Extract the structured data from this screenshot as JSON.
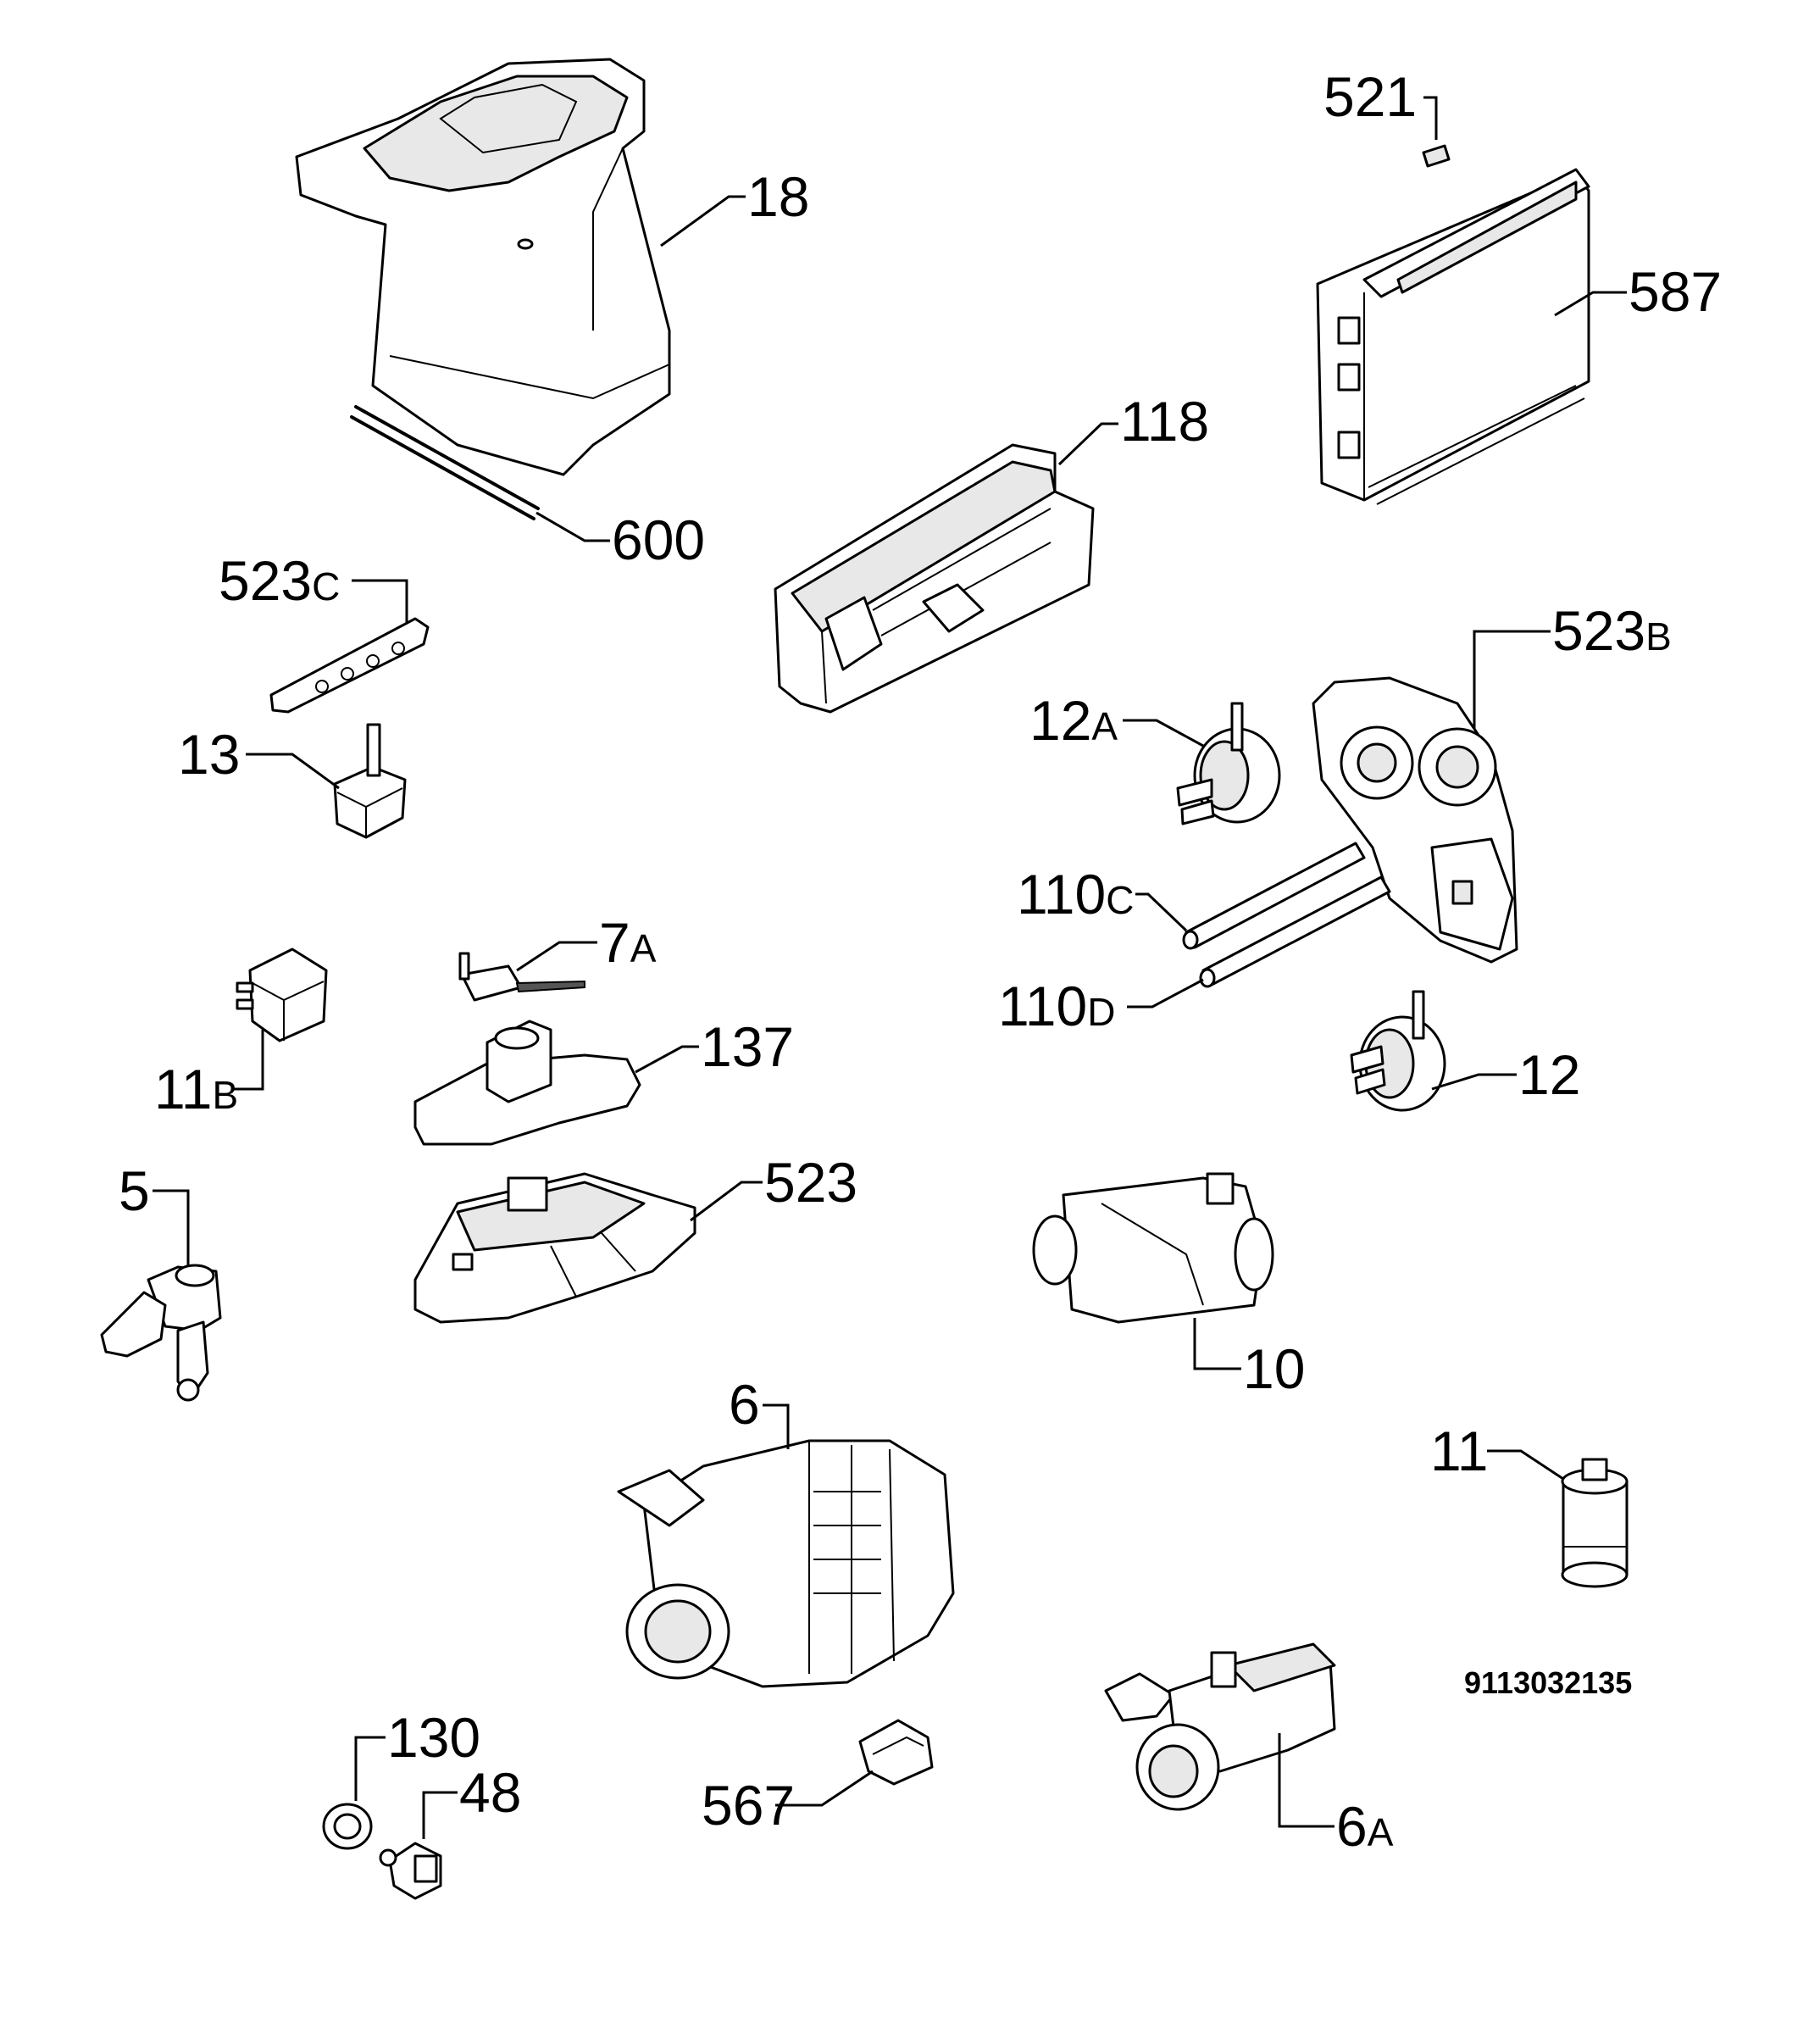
{
  "callouts": {
    "c18": {
      "main": "18",
      "sub": ""
    },
    "c600": {
      "main": "600",
      "sub": ""
    },
    "c521": {
      "main": "521",
      "sub": ""
    },
    "c587": {
      "main": "587",
      "sub": ""
    },
    "c118": {
      "main": "118",
      "sub": ""
    },
    "c523c": {
      "main": "523",
      "sub": "C"
    },
    "c13": {
      "main": "13",
      "sub": ""
    },
    "c523b": {
      "main": "523",
      "sub": "B"
    },
    "c12a": {
      "main": "12",
      "sub": "A"
    },
    "c110c": {
      "main": "110",
      "sub": "C"
    },
    "c110d": {
      "main": "110",
      "sub": "D"
    },
    "c12": {
      "main": "12",
      "sub": ""
    },
    "c7a": {
      "main": "7",
      "sub": "A"
    },
    "c11b": {
      "main": "11",
      "sub": "B"
    },
    "c137": {
      "main": "137",
      "sub": ""
    },
    "c5": {
      "main": "5",
      "sub": ""
    },
    "c523": {
      "main": "523",
      "sub": ""
    },
    "c10": {
      "main": "10",
      "sub": ""
    },
    "c6": {
      "main": "6",
      "sub": ""
    },
    "c11": {
      "main": "11",
      "sub": ""
    },
    "c130": {
      "main": "130",
      "sub": ""
    },
    "c48": {
      "main": "48",
      "sub": ""
    },
    "c567": {
      "main": "567",
      "sub": ""
    },
    "c6a": {
      "main": "6",
      "sub": "A"
    }
  },
  "drawing_code": "9113032135"
}
